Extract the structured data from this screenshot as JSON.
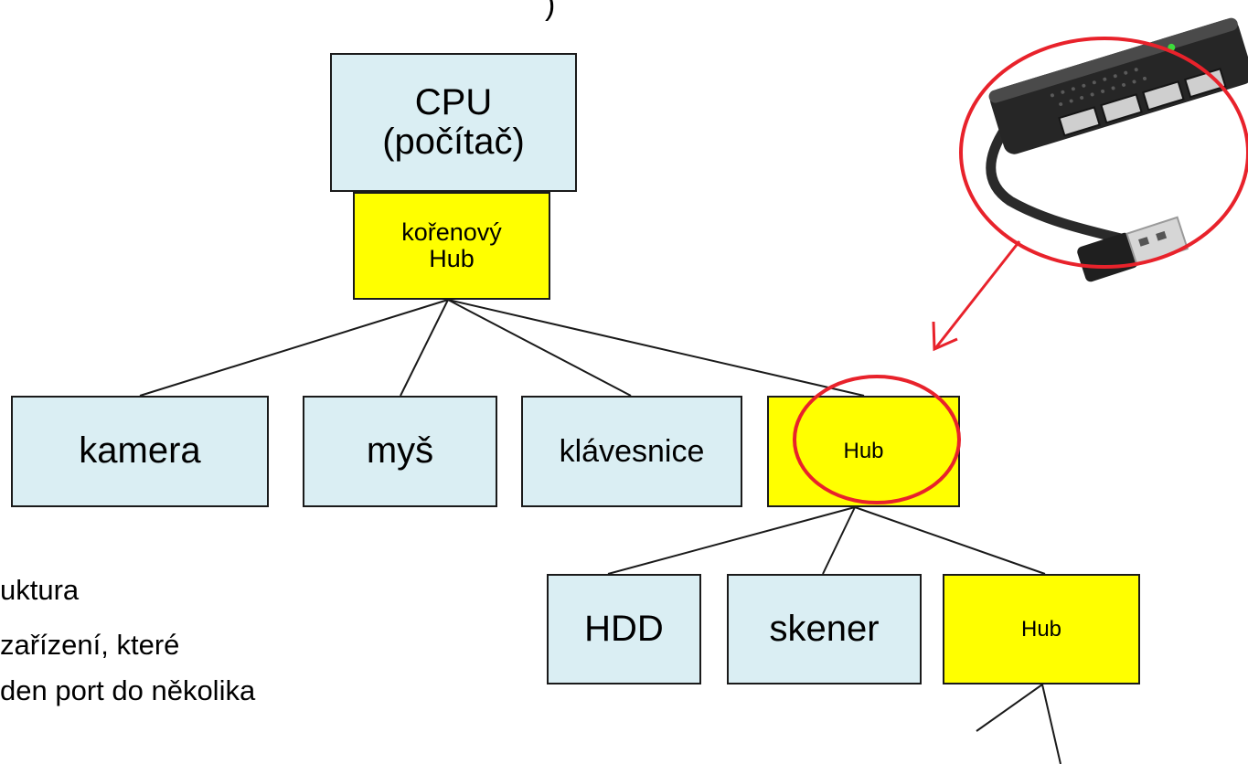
{
  "diagram": {
    "root": {
      "cpu_label": "CPU\n(počítač)",
      "root_hub_label": "kořenový\nHub"
    },
    "level1": [
      {
        "id": "kamera",
        "label": "kamera"
      },
      {
        "id": "mys",
        "label": "myš"
      },
      {
        "id": "klavesnice",
        "label": "klávesnice"
      },
      {
        "id": "hub1",
        "label": "Hub"
      }
    ],
    "level2": [
      {
        "id": "hdd",
        "label": "HDD"
      },
      {
        "id": "skener",
        "label": "skener"
      },
      {
        "id": "hub2",
        "label": "Hub"
      }
    ]
  },
  "body_text": {
    "line1": "uktura",
    "line2": "zařízení, které",
    "line3": "den port do několika"
  },
  "title_fragment": ")",
  "colors": {
    "device_fill": "#daeef3",
    "hub_fill": "#ffff00",
    "highlight_red": "#e8222b",
    "line": "#1a1a1a"
  },
  "images": {
    "usb_hub_photo": "usb-hub-photo"
  }
}
